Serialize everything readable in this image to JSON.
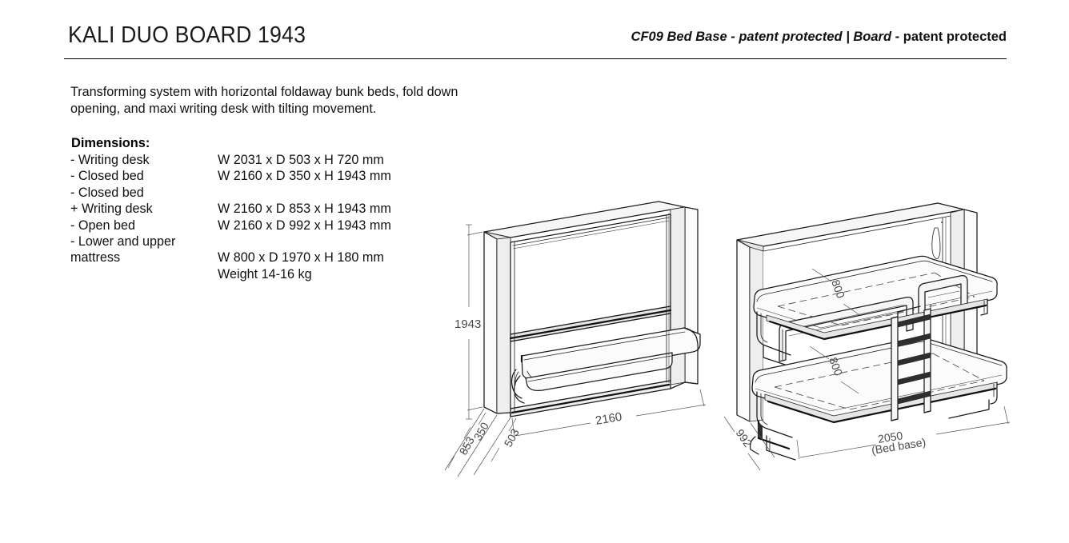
{
  "header": {
    "title": "KALI DUO BOARD 1943",
    "patent_italic": "CF09 Bed Base - patent protected | Board",
    "patent_upright": "- patent protected"
  },
  "description": {
    "line1": "Transforming system with horizontal foldaway bunk beds, fold down",
    "line2": "opening, and maxi writing desk with tilting movement."
  },
  "dimensions": {
    "heading": "Dimensions:",
    "rows": [
      {
        "label": "- Writing desk",
        "value": "W 2031 x D 503 x H 720 mm"
      },
      {
        "label": "- Closed bed",
        "value": "W 2160 x D 350 x H 1943 mm"
      },
      {
        "label": "- Closed bed",
        "value": ""
      },
      {
        "label": "  + Writing desk",
        "value": "W 2160 x D 853 x H 1943 mm"
      },
      {
        "label": "- Open bed",
        "value": "W 2160 x D 992 x H 1943 mm"
      },
      {
        "label": "- Lower and upper",
        "value": ""
      },
      {
        "label": "  mattress",
        "value": "W 800 x D 1970 x H 180 mm"
      },
      {
        "label": "",
        "value": "Weight 14-16 kg"
      }
    ]
  },
  "drawing_left": {
    "name": "closed-bed-with-writing-desk",
    "dim_height": "1943",
    "dim_width": "2160",
    "dim_depth_350": "350",
    "dim_depth_853": "853",
    "dim_depth_503": "503"
  },
  "drawing_right": {
    "name": "open-bunk-beds",
    "dim_mattress_upper": "800",
    "dim_mattress_lower": "800",
    "dim_depth": "992",
    "dim_width": "2050",
    "dim_width_note": "(Bed base)"
  },
  "colors": {
    "ink": "#1b1b1b",
    "dimension_gray": "#4a4a4a",
    "rule": "#000000",
    "background": "#ffffff"
  }
}
